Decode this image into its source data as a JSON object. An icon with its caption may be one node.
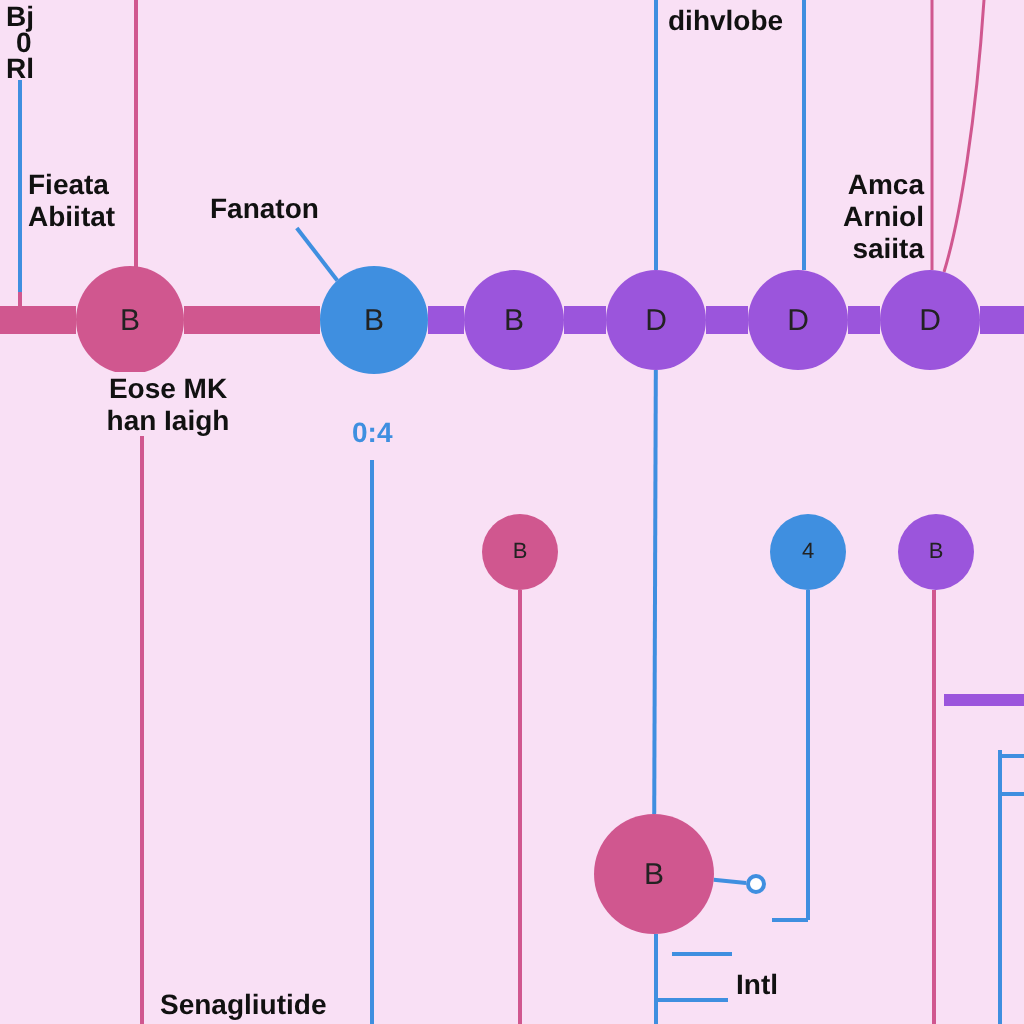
{
  "diagram": {
    "nodes": [
      {
        "text": [
          "B"
        ],
        "beside": [
          "Eose MK han Iaigh"
        ]
      },
      {
        "text": [
          "B"
        ]
      },
      {
        "text": [
          "B"
        ]
      },
      {
        "text": [
          "D"
        ]
      },
      {
        "text": [
          "D"
        ]
      },
      {
        "text": [
          "D"
        ]
      },
      {
        "text": [
          "Fanaton"
        ]
      },
      {
        "text": [
          "B"
        ]
      },
      {
        "text": [
          "4"
        ]
      },
      {
        "text": [
          "B"
        ]
      },
      {
        "text": [
          "B"
        ]
      },
      {
        "text": [],
        "shape": "circle"
      }
    ],
    "edges": [
      {
        "from": 0,
        "to": 1,
        "arrow": "none",
        "color": "#d0578f"
      },
      {
        "from": 1,
        "to": 2,
        "arrow": "none"
      },
      {
        "from": 2,
        "to": 3,
        "arrow": "none"
      },
      {
        "from": 3,
        "to": 4,
        "arrow": "none"
      },
      {
        "from": 4,
        "to": 5,
        "arrow": "none"
      },
      {
        "from": 3,
        "to": 10,
        "arrow": "none",
        "color": "#3f8fe0"
      },
      {
        "from": 6,
        "to": 1,
        "arrow": "none",
        "color": "#3f8fe0"
      },
      {
        "from": 10,
        "to": 11,
        "arrow": "none",
        "color": "#3f8fe0"
      }
    ],
    "labels": [
      "Bj",
      "0",
      "Rl",
      "dihvlobe",
      "Fieata Abiitat",
      "Amca Arniol saiita",
      "0:4",
      "Senagliutide",
      "Intl"
    ]
  }
}
